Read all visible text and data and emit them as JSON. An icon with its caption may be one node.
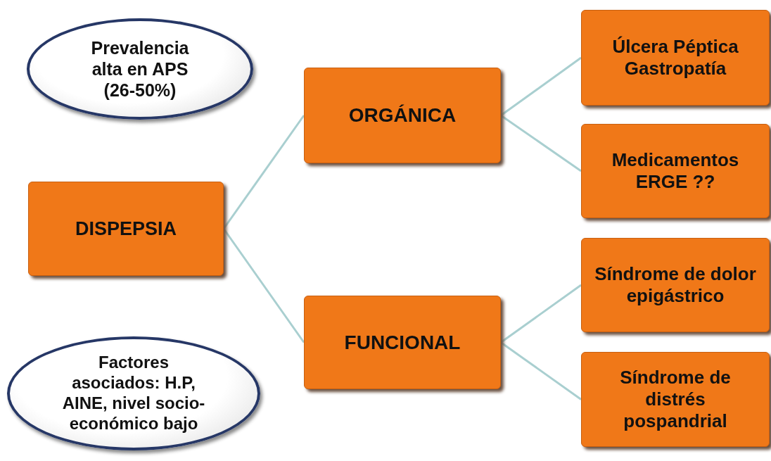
{
  "diagram": {
    "nodes": [
      {
        "text": [
          "Prevalencia alta en APS (26-50%)"
        ]
      },
      {
        "text": [
          "DISPEPSIA"
        ]
      },
      {
        "text": [
          "ORGÁNICA"
        ]
      },
      {
        "text": [
          "FUNCIONAL"
        ]
      },
      {
        "text": [
          "Úlcera Péptica Gastropatía"
        ]
      },
      {
        "text": [
          "Medicamentos ERGE ??"
        ]
      },
      {
        "text": [
          "Síndrome de dolor epigástrico"
        ]
      },
      {
        "text": [
          "Síndrome de distrés pospandrial"
        ]
      },
      {
        "text": [
          "Factores asociados: H.P, AINE, nivel socio-económico bajo"
        ]
      }
    ],
    "edges": [
      {
        "from": 1,
        "to": 2,
        "arrow": "none"
      },
      {
        "from": 1,
        "to": 3,
        "arrow": "none"
      },
      {
        "from": 2,
        "to": 4,
        "arrow": "none"
      },
      {
        "from": 2,
        "to": 5,
        "arrow": "none"
      },
      {
        "from": 3,
        "to": 6,
        "arrow": "none"
      },
      {
        "from": 3,
        "to": 7,
        "arrow": "none"
      }
    ]
  }
}
